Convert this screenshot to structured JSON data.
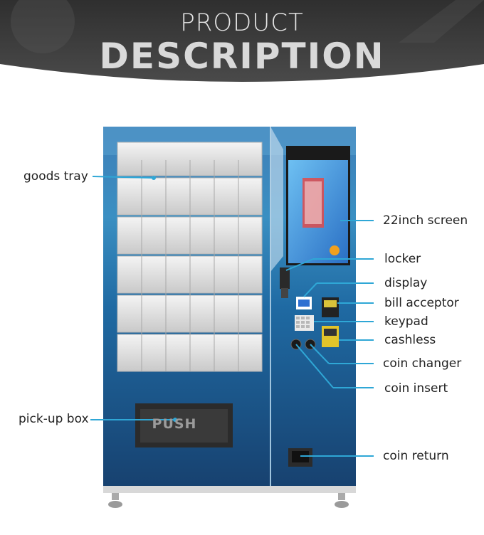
{
  "header": {
    "title_line1": "PRODUCT",
    "title_line2": "DESCRIPTION"
  },
  "machine": {
    "push_label": "PUSH"
  },
  "callouts": {
    "goods_tray": "goods tray",
    "screen": "22inch screen",
    "locker": "locker",
    "display": "display",
    "bill_acceptor": "bill  acceptor",
    "keypad": "keypad",
    "cashless": "cashless",
    "coin_changer": "coin changer",
    "coin_insert": "coin insert",
    "pickup_box": "pick-up box",
    "coin_return": "coin return"
  },
  "colors": {
    "banner": "#3d3d3d",
    "callout_line": "#2fa7d6",
    "cabinet": "#1f5e93"
  }
}
